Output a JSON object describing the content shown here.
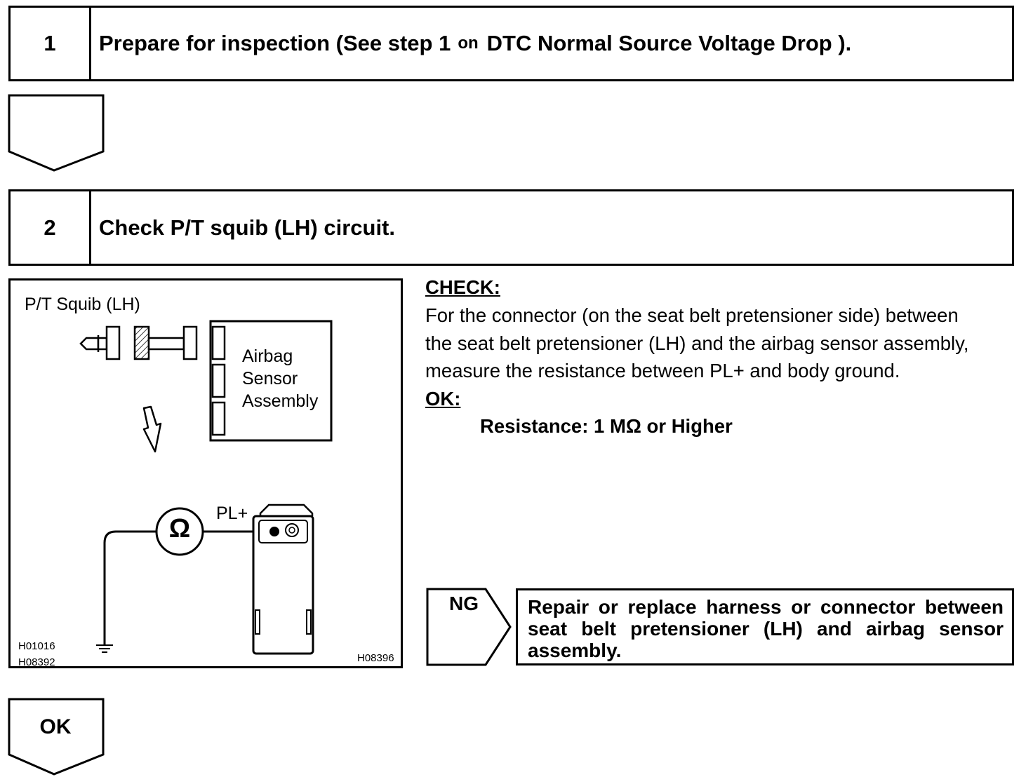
{
  "step1": {
    "number": "1",
    "title_prefix": "Prepare for inspection (See step 1",
    "title_on": "on",
    "title_suffix": "DTC Normal Source Voltage Drop )."
  },
  "step2": {
    "number": "2",
    "title": "Check P/T squib (LH) circuit."
  },
  "illustration": {
    "squib_label": "P/T Squib (LH)",
    "sensor_label_line1": "Airbag",
    "sensor_label_line2": "Sensor",
    "sensor_label_line3": "Assembly",
    "meter_symbol": "Ω",
    "terminal_label": "PL+",
    "code_left_1": "H01016",
    "code_left_2": "H08392",
    "code_right": "H08396"
  },
  "check": {
    "heading": "CHECK:",
    "line1": "For the connector (on the seat belt pretensioner side) between",
    "line2": "the seat belt pretensioner (LH) and the airbag sensor assembly,",
    "line3": "measure the resistance between PL+ and body ground.",
    "ok_heading": "OK:",
    "spec": "Resistance: 1 MΩ or Higher"
  },
  "ng": {
    "label": "NG",
    "action": "Repair or replace harness or connector between seat belt pretensioner (LH) and airbag sensor assembly."
  },
  "ok_arrow": {
    "label": "OK"
  }
}
